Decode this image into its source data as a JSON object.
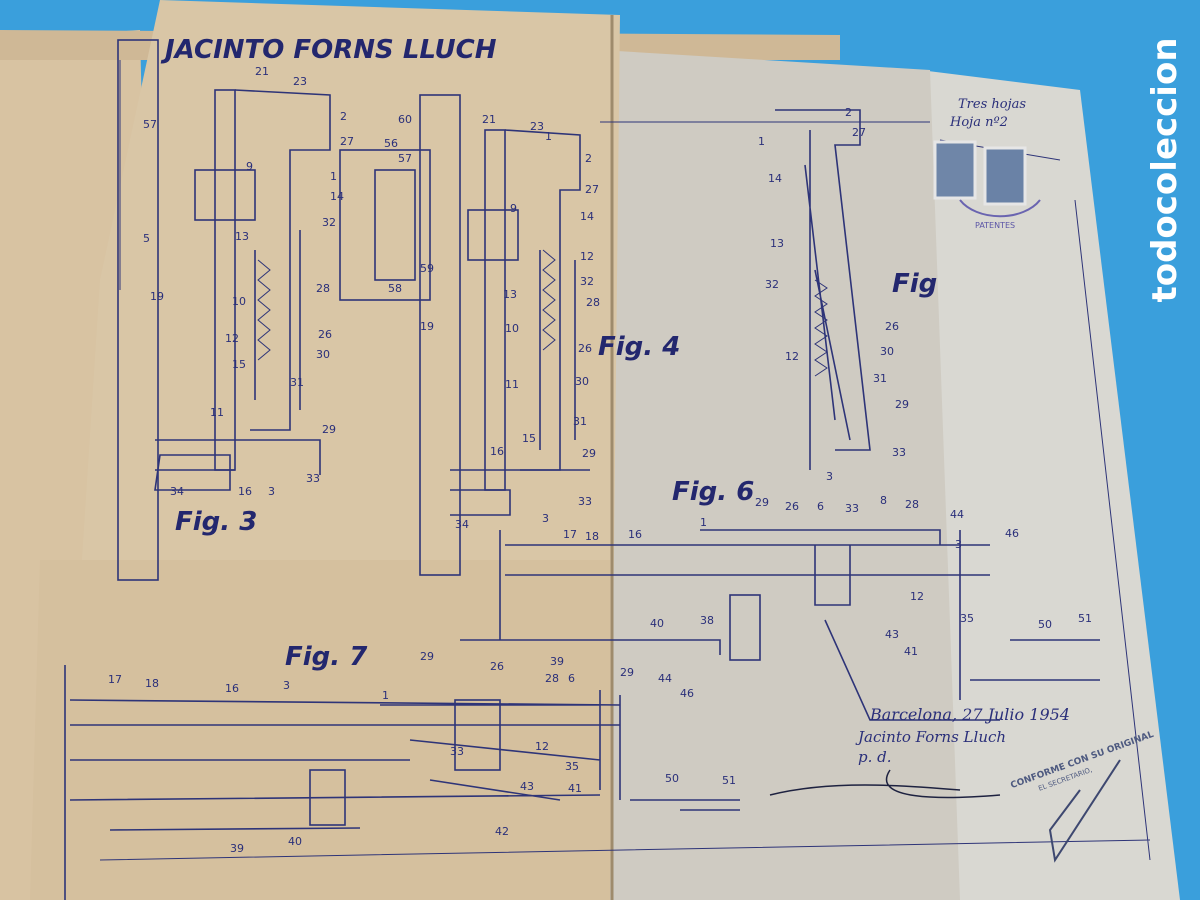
{
  "header": {
    "inventor": "JACINTO FORNS LLUCH"
  },
  "sheet_note": {
    "line1": "Tres hojas",
    "line2": "Hoja nº2"
  },
  "stamp": {
    "text": "PATENTES"
  },
  "figures": {
    "fig3": "Fig. 3",
    "fig4": "Fig. 4",
    "fig5": "Fig",
    "fig6": "Fig. 6",
    "fig7": "Fig. 7"
  },
  "fig3_parts": [
    "21",
    "23",
    "2",
    "27",
    "9",
    "1",
    "14",
    "32",
    "13",
    "19",
    "10",
    "12",
    "28",
    "26",
    "30",
    "15",
    "31",
    "11",
    "29",
    "34",
    "16",
    "3",
    "33",
    "57",
    "5"
  ],
  "fig4_parts": [
    "60",
    "56",
    "57",
    "59",
    "58",
    "21",
    "23",
    "1",
    "2",
    "27",
    "9",
    "14",
    "12",
    "32",
    "13",
    "28",
    "19",
    "10",
    "26",
    "30",
    "11",
    "31",
    "15",
    "16",
    "29",
    "34",
    "3",
    "33"
  ],
  "fig5_parts": [
    "2",
    "27",
    "1",
    "14",
    "13",
    "32",
    "12",
    "26",
    "30",
    "31",
    "29",
    "3",
    "33"
  ],
  "fig6_parts": [
    "29",
    "26",
    "6",
    "33",
    "8",
    "28",
    "44",
    "46",
    "1",
    "17",
    "18",
    "16",
    "3",
    "12",
    "35",
    "43",
    "41",
    "40",
    "38",
    "39",
    "50",
    "51"
  ],
  "fig7_parts": [
    "29",
    "17",
    "18",
    "16",
    "3",
    "26",
    "28",
    "6",
    "1",
    "29",
    "44",
    "46",
    "33",
    "12",
    "35",
    "43",
    "41",
    "42",
    "40",
    "39",
    "50",
    "51"
  ],
  "signature": {
    "line1": "Barcelona, 27 Julio 1954",
    "line2": "Jacinto Forns Lluch",
    "line3": "p. d."
  },
  "certification_stamp": {
    "line1": "CONFORME CON SU ORIGINAL",
    "line2": "EL SECRETARIO,"
  },
  "watermark": "todocoleccion"
}
